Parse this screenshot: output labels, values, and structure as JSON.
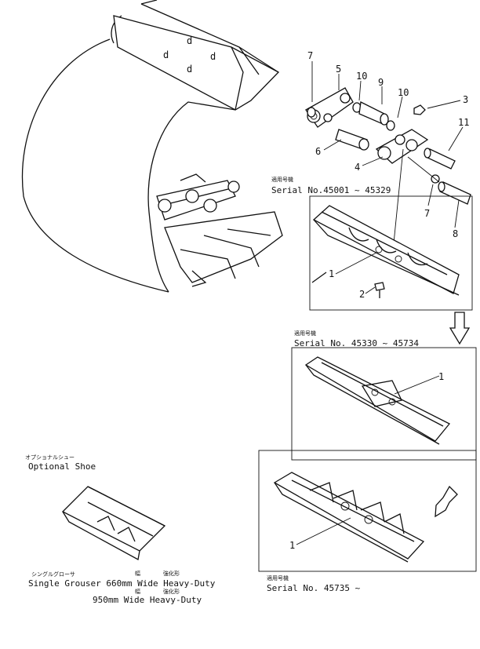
{
  "part_numbers": {
    "n1a": "1",
    "n1b": "1",
    "n1c": "1",
    "n2": "2",
    "n3": "3",
    "n4": "4",
    "n5": "5",
    "n6": "6",
    "n7a": "7",
    "n7b": "7",
    "n8": "8",
    "n9": "9",
    "n10a": "10",
    "n10b": "10",
    "n11": "11"
  },
  "serials": {
    "s1_jp": "適用号機",
    "s1": "Serial No.45001 ~ 45329",
    "s2_jp": "適用号機",
    "s2": "Serial No. 45330 ~ 45734",
    "s3_jp": "適用号機",
    "s3": "Serial No. 45735 ~"
  },
  "optional": {
    "jp": "オプショナルシュー",
    "en": "Optional Shoe"
  },
  "spec": {
    "jp_left": "シングルグローサ",
    "jp_w1": "幅",
    "jp_h1": "強化形",
    "line1": "Single Grouser 660mm Wide Heavy-Duty",
    "jp_w2": "幅",
    "jp_h2": "強化形",
    "line2": "950mm Wide Heavy-Duty"
  }
}
